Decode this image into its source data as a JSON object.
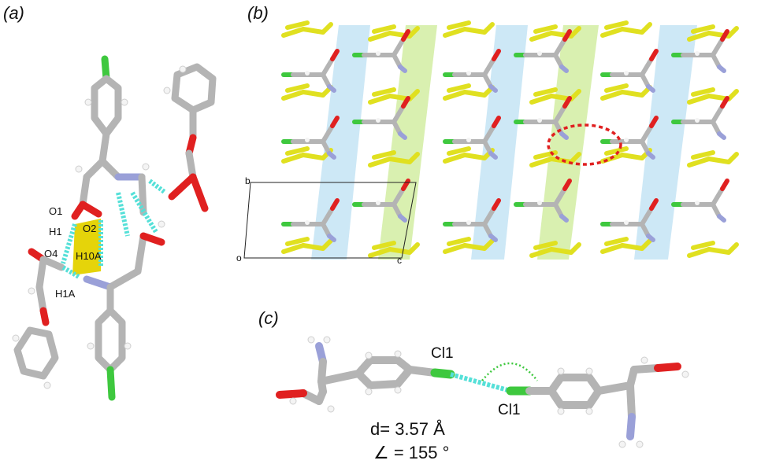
{
  "panels": {
    "a": {
      "label": "(a)",
      "atoms": {
        "o1": "O1",
        "h1": "H1",
        "o2": "O2",
        "o4": "O4",
        "h10a": "H10A",
        "h1a": "H1A"
      }
    },
    "b": {
      "label": "(b)",
      "axes": {
        "b": "b",
        "o": "o",
        "c": "c"
      }
    },
    "c": {
      "label": "(c)",
      "cl_left": "Cl1",
      "cl_right": "Cl1",
      "distance": "d= 3.57 Å",
      "angle": "∠ = 155 °"
    }
  },
  "colors": {
    "carbon": "#b4b4b4",
    "oxygen": "#e02020",
    "nitrogen": "#9aa0d8",
    "hydrogen": "#f0f0f0",
    "chlorine": "#3ec83e",
    "phenoxy": "#e0e020",
    "hbond": "#55e0d8",
    "band_blue": "#cde8f6",
    "band_green": "#d9f0b0",
    "highlight": "#e02020"
  }
}
